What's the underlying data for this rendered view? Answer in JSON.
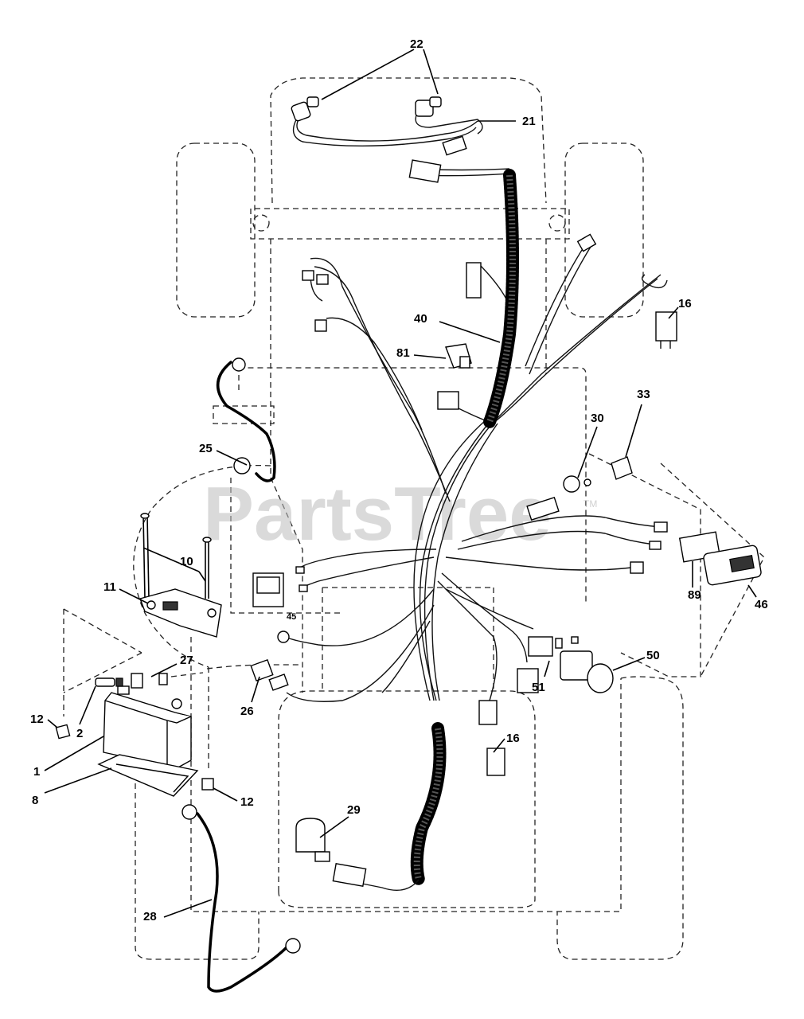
{
  "watermark": {
    "text": "PartsTree",
    "mark": "TM"
  },
  "callouts": {
    "c22": "22",
    "c21": "21",
    "c16a": "16",
    "c40": "40",
    "c81": "81",
    "c33": "33",
    "c30": "30",
    "c25": "25",
    "c10": "10",
    "c11": "11",
    "c89": "89",
    "c46": "46",
    "c45": "45",
    "c27": "27",
    "c50": "50",
    "c51": "51",
    "c12a": "12",
    "c2": "2",
    "c26": "26",
    "c16b": "16",
    "c1": "1",
    "c8": "8",
    "c12b": "12",
    "c29": "29",
    "c28": "28"
  },
  "colors": {
    "line": "#000000",
    "watermark": "#bdbdbd",
    "background": "#ffffff"
  }
}
